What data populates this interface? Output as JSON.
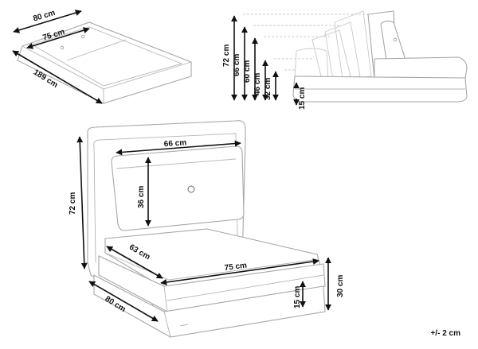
{
  "top_left": {
    "width_outer": "80 cm",
    "width_inner": "75 cm",
    "length": "189 cm"
  },
  "top_right": {
    "heights": [
      "72 cm",
      "66 cm",
      "60 cm",
      "46 cm",
      "32 cm",
      "15 cm"
    ]
  },
  "main": {
    "pillow_width": "66 cm",
    "pillow_height": "36 cm",
    "total_height": "72 cm",
    "seat_depth": "63 cm",
    "seat_width": "75 cm",
    "base_depth": "80 cm",
    "base_height": "30 cm",
    "cushion_height": "15 cm"
  },
  "tolerance": "+/- 2 cm"
}
